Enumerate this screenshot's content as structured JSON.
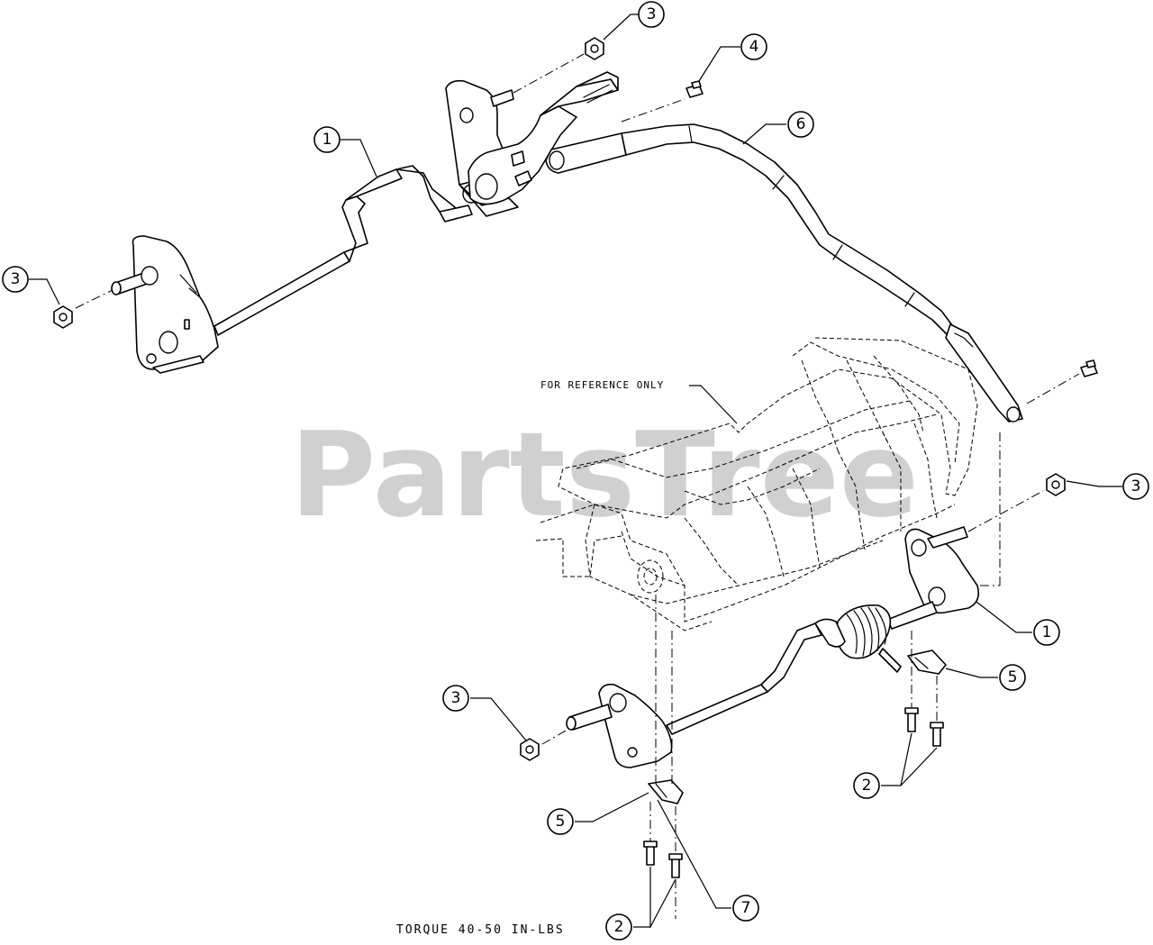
{
  "watermark": "PartsTree",
  "reference_note": "FOR REFERENCE ONLY",
  "torque_note": "TORQUE 40-50 IN-LBS",
  "callouts": [
    "3",
    "4",
    "1",
    "6",
    "3",
    "3",
    "1",
    "5",
    "3",
    "2",
    "5",
    "7",
    "2"
  ]
}
